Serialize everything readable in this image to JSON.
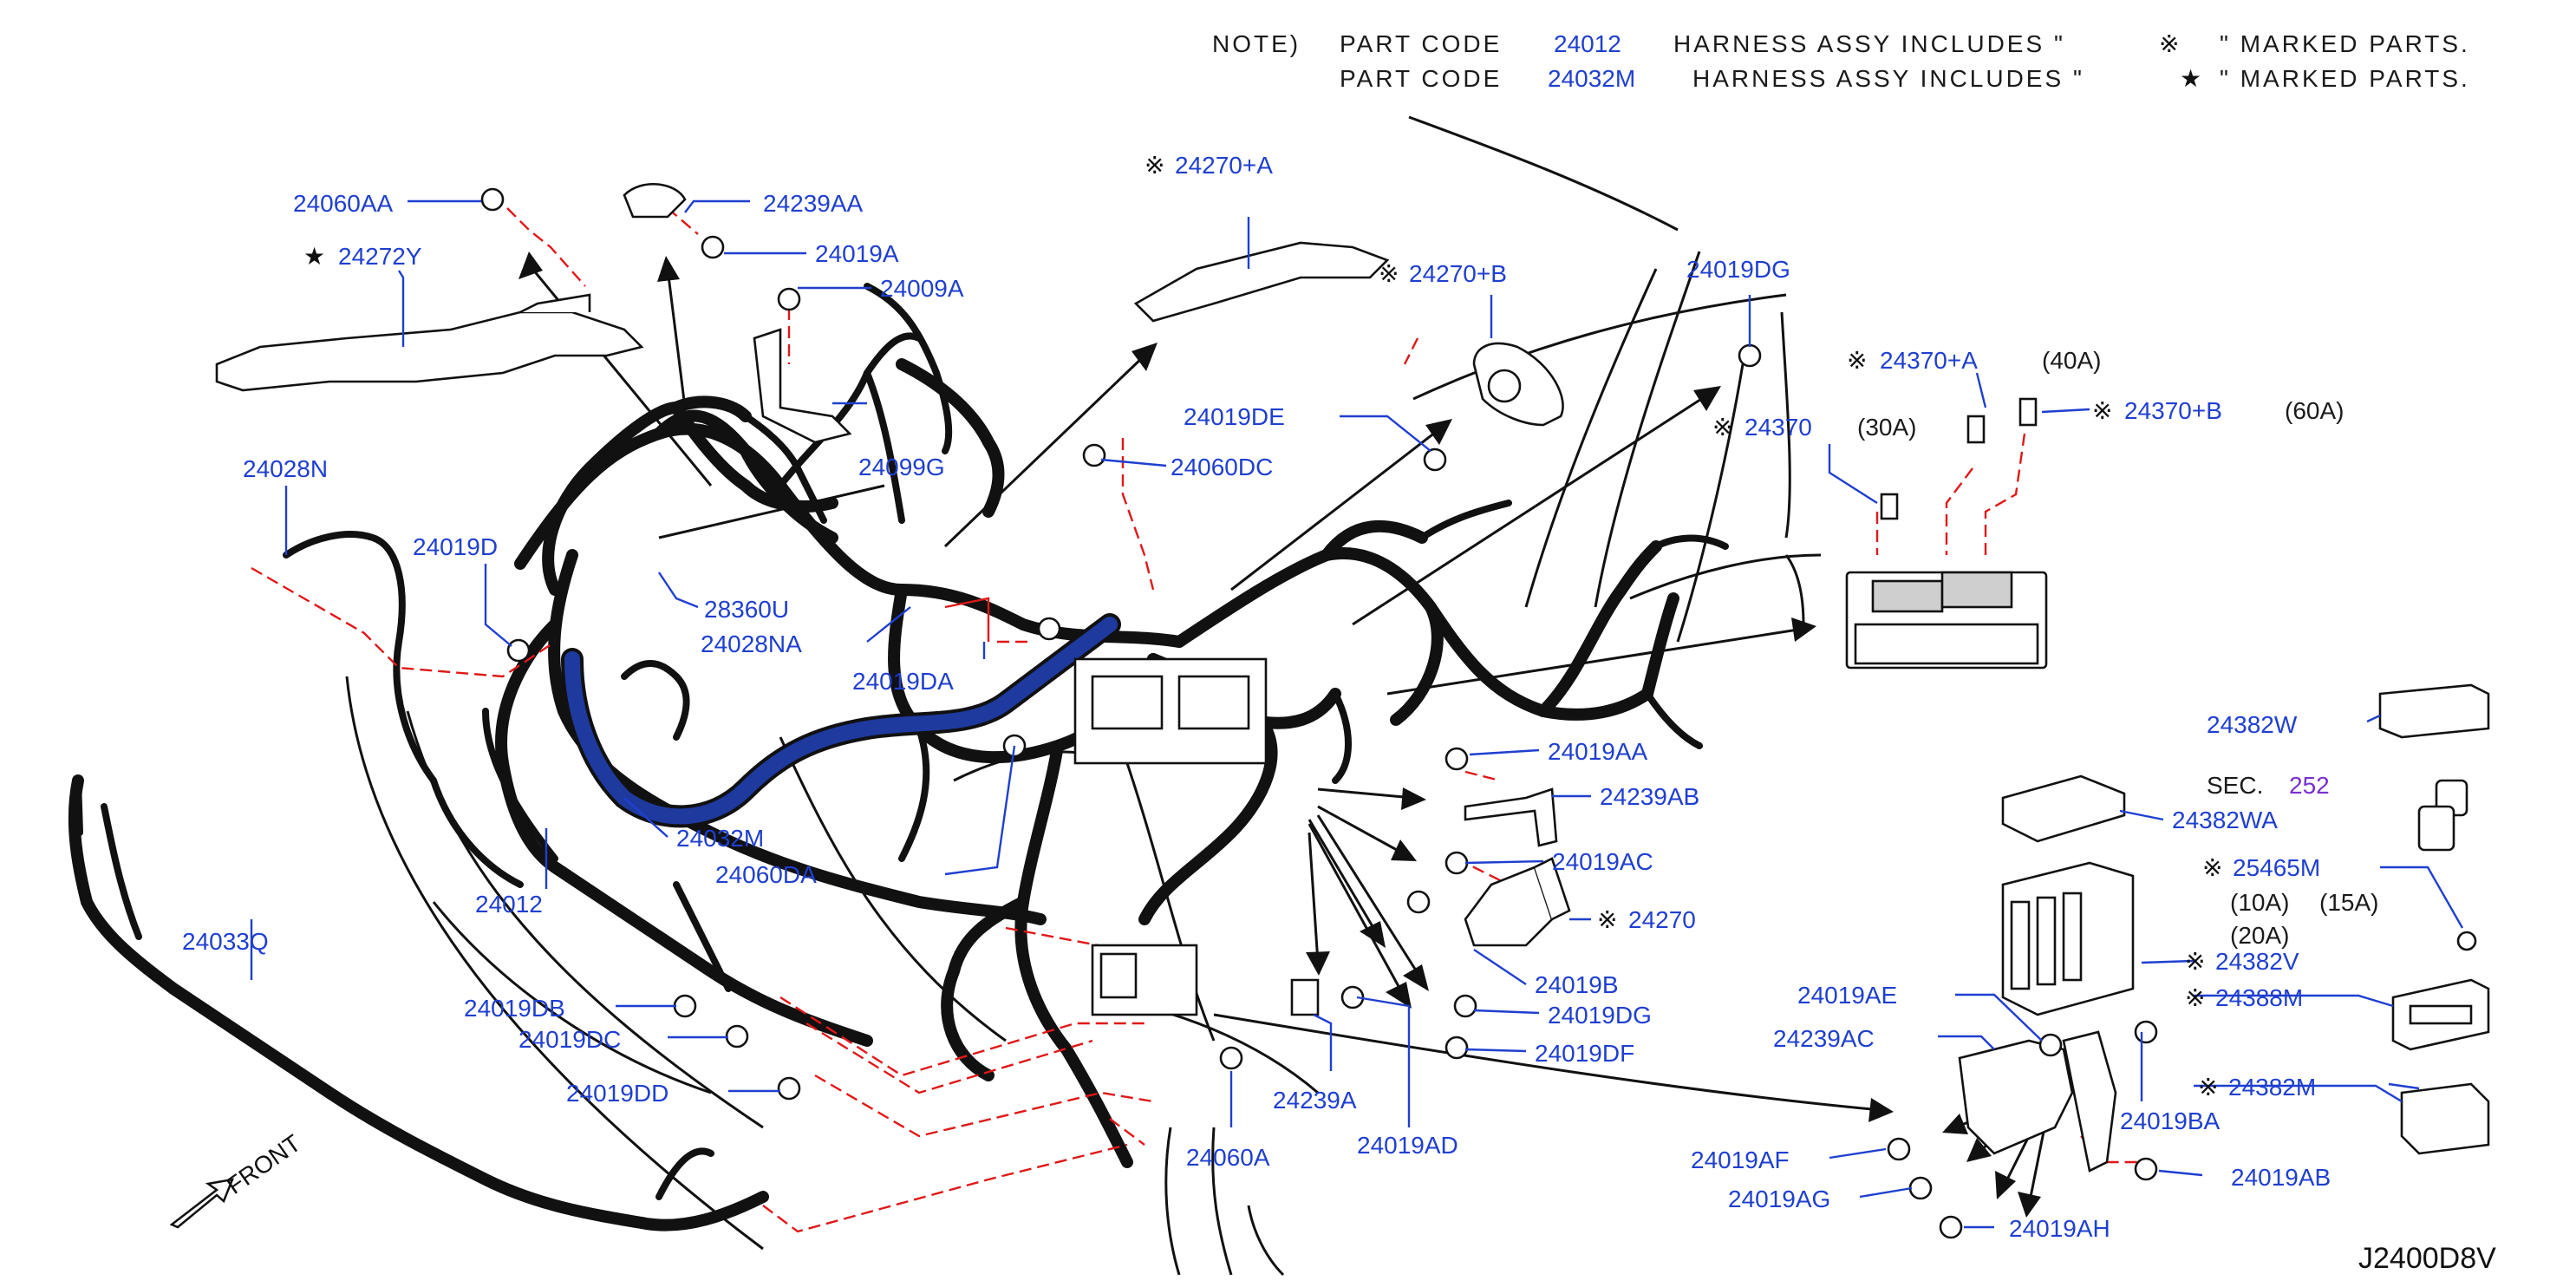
{
  "notes": {
    "note_label": "NOTE)",
    "line1": {
      "prefix": "PART   CODE",
      "code": "24012",
      "text": "HARNESS   ASSY     INCLUDES  \"",
      "symbol": "※",
      "suffix": "\"  MARKED   PARTS."
    },
    "line2": {
      "prefix": "PART   CODE",
      "code": "24032M",
      "text": "HARNESS   ASSY   INCLUDES  \"",
      "symbol": "★",
      "suffix": "\"  MARKED   PARTS."
    }
  },
  "callouts": {
    "c24060AA": "24060AA",
    "c24239AA": "24239AA",
    "c24019A": "24019A",
    "c24009A": "24009A",
    "c24272Y": "24272Y",
    "c24270A": "24270+A",
    "c24270B": "24270+B",
    "c24019DG_top": "24019DG",
    "c24028N": "24028N",
    "c24099G": "24099G",
    "c24019DE": "24019DE",
    "c24060DC": "24060DC",
    "c24370A": "24370+A",
    "c24370B": "24370+B",
    "c24370": "24370",
    "c24019D": "24019D",
    "c28360U": "28360U",
    "c24028NA": "24028NA",
    "c24019DA": "24019DA",
    "c24382W": "24382W",
    "c24019AA": "24019AA",
    "c24239AB": "24239AB",
    "c24382WA": "24382WA",
    "c24032M": "24032M",
    "c24060DA": "24060DA",
    "c24019AC": "24019AC",
    "c24012": "24012",
    "c24270": "24270",
    "c25465M": "25465M",
    "c24382V": "24382V",
    "c24033Q": "24033Q",
    "c24019B": "24019B",
    "c24019DG_low": "24019DG",
    "c24388M": "24388M",
    "c24019AE": "24019AE",
    "c24019DB": "24019DB",
    "c24019DC": "24019DC",
    "c24239AC": "24239AC",
    "c24019DF": "24019DF",
    "c24382M": "24382M",
    "c24019DD": "24019DD",
    "c24239A": "24239A",
    "c24019BA": "24019BA",
    "c24019AD": "24019AD",
    "c24060A": "24060A",
    "c24019AF": "24019AF",
    "c24019AB": "24019AB",
    "c24019AG": "24019AG",
    "c24019AH": "24019AH"
  },
  "sec_ref": {
    "label": "SEC.",
    "number": "252"
  },
  "amperages": {
    "a40": "(40A)",
    "a30": "(30A)",
    "a60": "(60A)",
    "a10": "(10A)",
    "a15": "(15A)",
    "a20": "(20A)"
  },
  "symbols": {
    "kome": "※",
    "star": "★"
  },
  "front_label": "FRONT",
  "diagram_id": "J2400D8V",
  "colors": {
    "callout": "#1f3fd0",
    "leader": "#1f3fd0",
    "dashed": "#e01818",
    "highlight_harness": "#1e3a9e",
    "sec_number": "#7a2fd0"
  }
}
